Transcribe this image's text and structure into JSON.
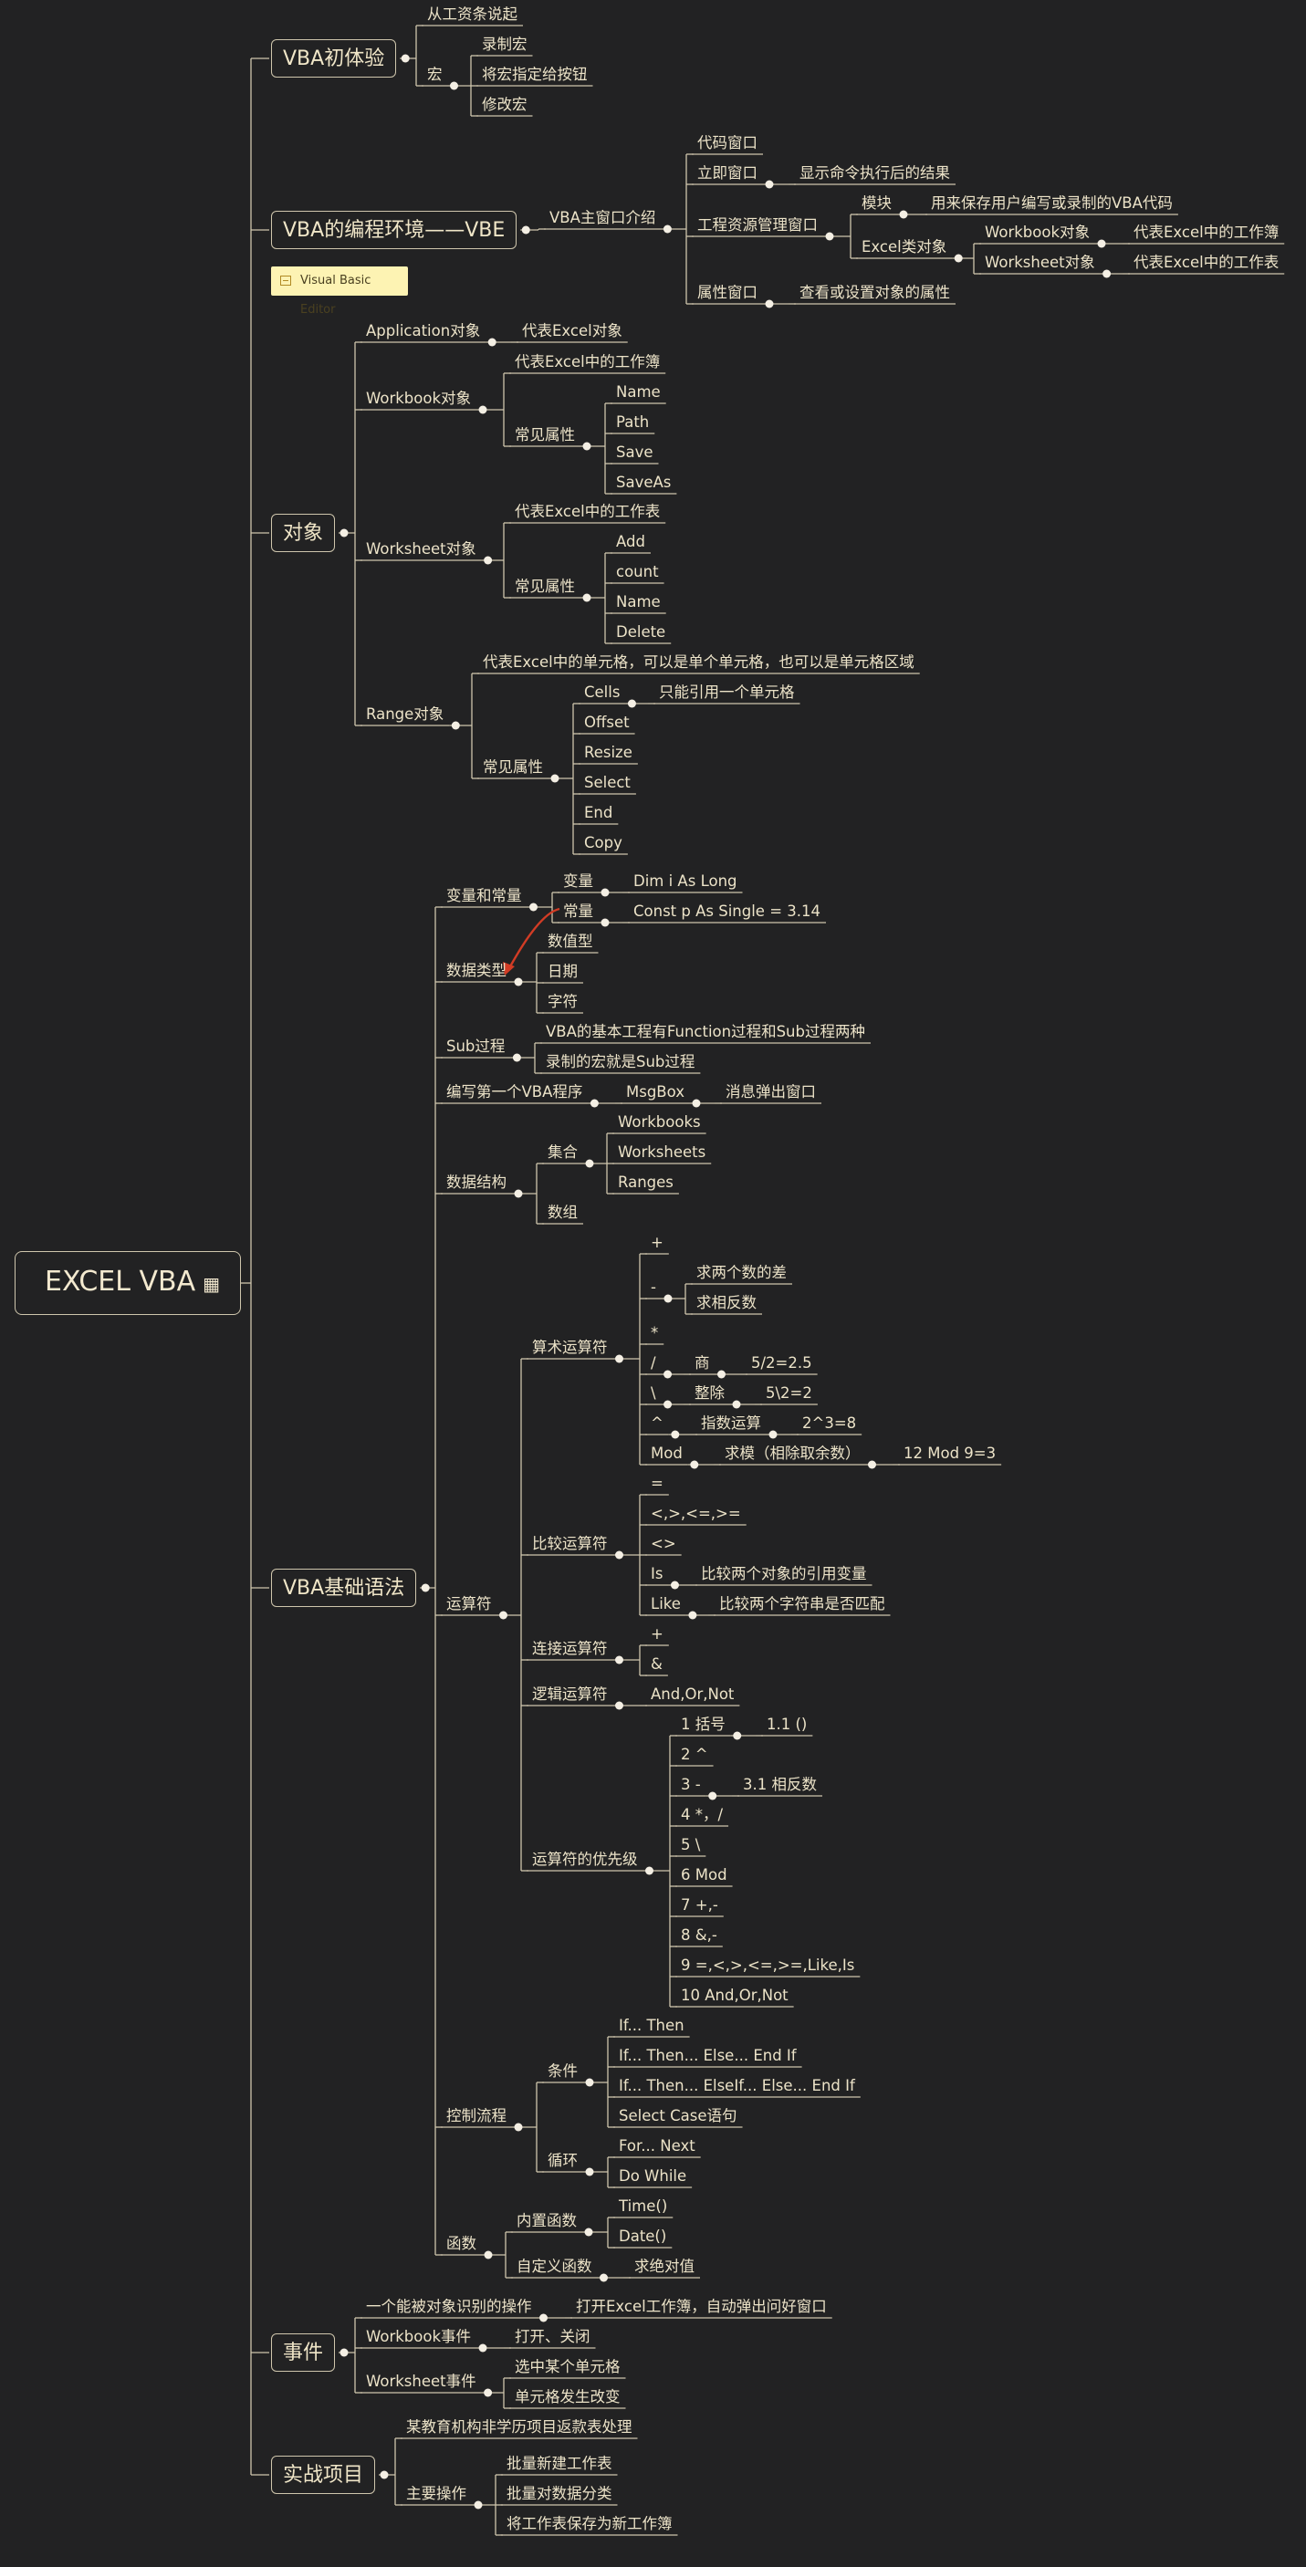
{
  "root": "EXCEL VBA",
  "root_icon": "note-icon",
  "nodes": [
    {
      "id": "c1",
      "t": "VBA初体验",
      "main": true
    },
    {
      "id": "c1a",
      "t": "从工资条说起"
    },
    {
      "id": "c1b",
      "t": "宏"
    },
    {
      "id": "c1b1",
      "t": "录制宏"
    },
    {
      "id": "c1b2",
      "t": "将宏指定给按钮"
    },
    {
      "id": "c1b3",
      "t": "修改宏"
    },
    {
      "id": "c2",
      "t": "VBA的编程环境——VBE",
      "main": true
    },
    {
      "id": "c2a",
      "t": "VBA主窗口介绍"
    },
    {
      "id": "c2a1",
      "t": "代码窗口"
    },
    {
      "id": "c2a2",
      "t": "立即窗口"
    },
    {
      "id": "c2a2a",
      "t": "显示命令执行后的结果"
    },
    {
      "id": "c2a3",
      "t": "工程资源管理窗口"
    },
    {
      "id": "c2a3a",
      "t": "模块"
    },
    {
      "id": "c2a3a1",
      "t": "用来保存用户编写或录制的VBA代码"
    },
    {
      "id": "c2a3b",
      "t": "Excel类对象"
    },
    {
      "id": "c2a3b1",
      "t": "Workbook对象"
    },
    {
      "id": "c2a3b1a",
      "t": "代表Excel中的工作簿"
    },
    {
      "id": "c2a3b2",
      "t": "Worksheet对象"
    },
    {
      "id": "c2a3b2a",
      "t": "代表Excel中的工作表"
    },
    {
      "id": "c2a4",
      "t": "属性窗口"
    },
    {
      "id": "c2a4a",
      "t": "查看或设置对象的属性"
    },
    {
      "id": "c3",
      "t": "对象",
      "main": true
    },
    {
      "id": "c3a",
      "t": "Application对象"
    },
    {
      "id": "c3a1",
      "t": "代表Excel对象"
    },
    {
      "id": "c3b",
      "t": "Workbook对象"
    },
    {
      "id": "c3b1",
      "t": "代表Excel中的工作簿"
    },
    {
      "id": "c3b2",
      "t": "常见属性"
    },
    {
      "id": "c3b2a",
      "t": "Name"
    },
    {
      "id": "c3b2b",
      "t": "Path"
    },
    {
      "id": "c3b2c",
      "t": "Save"
    },
    {
      "id": "c3b2d",
      "t": "SaveAs"
    },
    {
      "id": "c3c",
      "t": "Worksheet对象"
    },
    {
      "id": "c3c1",
      "t": "代表Excel中的工作表"
    },
    {
      "id": "c3c2",
      "t": "常见属性"
    },
    {
      "id": "c3c2a",
      "t": "Add"
    },
    {
      "id": "c3c2b",
      "t": "count"
    },
    {
      "id": "c3c2c",
      "t": "Name"
    },
    {
      "id": "c3c2d",
      "t": "Delete"
    },
    {
      "id": "c3d",
      "t": "Range对象"
    },
    {
      "id": "c3d1",
      "t": "代表Excel中的单元格，可以是单个单元格，也可以是单元格区域"
    },
    {
      "id": "c3d2",
      "t": "常见属性"
    },
    {
      "id": "c3d2a",
      "t": "Cells"
    },
    {
      "id": "c3d2a1",
      "t": "只能引用一个单元格"
    },
    {
      "id": "c3d2b",
      "t": "Offset"
    },
    {
      "id": "c3d2c",
      "t": "Resize"
    },
    {
      "id": "c3d2d",
      "t": "Select"
    },
    {
      "id": "c3d2e",
      "t": "End"
    },
    {
      "id": "c3d2f",
      "t": "Copy"
    },
    {
      "id": "c4",
      "t": "VBA基础语法",
      "main": true
    },
    {
      "id": "c4a",
      "t": "变量和常量"
    },
    {
      "id": "c4a1",
      "t": "变量"
    },
    {
      "id": "c4a1a",
      "t": "Dim i As Long"
    },
    {
      "id": "c4a2",
      "t": "常量"
    },
    {
      "id": "c4a2a",
      "t": "Const p As Single = 3.14"
    },
    {
      "id": "c4b",
      "t": "数据类型"
    },
    {
      "id": "c4b1",
      "t": "数值型"
    },
    {
      "id": "c4b2",
      "t": "日期"
    },
    {
      "id": "c4b3",
      "t": "字符"
    },
    {
      "id": "c4c",
      "t": "Sub过程"
    },
    {
      "id": "c4c1",
      "t": "VBA的基本工程有Function过程和Sub过程两种"
    },
    {
      "id": "c4c2",
      "t": "录制的宏就是Sub过程"
    },
    {
      "id": "c4d",
      "t": "编写第一个VBA程序"
    },
    {
      "id": "c4d1",
      "t": "MsgBox"
    },
    {
      "id": "c4d1a",
      "t": "消息弹出窗口"
    },
    {
      "id": "c4e",
      "t": "数据结构"
    },
    {
      "id": "c4e1",
      "t": "集合"
    },
    {
      "id": "c4e1a",
      "t": "Workbooks"
    },
    {
      "id": "c4e1b",
      "t": "Worksheets"
    },
    {
      "id": "c4e1c",
      "t": "Ranges"
    },
    {
      "id": "c4e2",
      "t": "数组"
    },
    {
      "id": "c4f",
      "t": "运算符"
    },
    {
      "id": "c4f1",
      "t": "算术运算符"
    },
    {
      "id": "c4f1a",
      "t": "+"
    },
    {
      "id": "c4f1b",
      "t": "-"
    },
    {
      "id": "c4f1b1",
      "t": "求两个数的差"
    },
    {
      "id": "c4f1b2",
      "t": "求相反数"
    },
    {
      "id": "c4f1c",
      "t": "*"
    },
    {
      "id": "c4f1d",
      "t": "/"
    },
    {
      "id": "c4f1d1",
      "t": "商"
    },
    {
      "id": "c4f1d1a",
      "t": "5/2=2.5"
    },
    {
      "id": "c4f1e",
      "t": "\\"
    },
    {
      "id": "c4f1e1",
      "t": "整除"
    },
    {
      "id": "c4f1e1a",
      "t": "5\\2=2"
    },
    {
      "id": "c4f1f",
      "t": "^"
    },
    {
      "id": "c4f1f1",
      "t": "指数运算"
    },
    {
      "id": "c4f1f1a",
      "t": "2^3=8"
    },
    {
      "id": "c4f1g",
      "t": "Mod"
    },
    {
      "id": "c4f1g1",
      "t": "求模（相除取余数）"
    },
    {
      "id": "c4f1g1a",
      "t": "12 Mod 9=3"
    },
    {
      "id": "c4f2",
      "t": "比较运算符"
    },
    {
      "id": "c4f2a",
      "t": "="
    },
    {
      "id": "c4f2b",
      "t": "<,>,<=,>="
    },
    {
      "id": "c4f2c",
      "t": "<>"
    },
    {
      "id": "c4f2d",
      "t": "Is"
    },
    {
      "id": "c4f2d1",
      "t": "比较两个对象的引用变量"
    },
    {
      "id": "c4f2e",
      "t": "Like"
    },
    {
      "id": "c4f2e1",
      "t": "比较两个字符串是否匹配"
    },
    {
      "id": "c4f3",
      "t": "连接运算符"
    },
    {
      "id": "c4f3a",
      "t": "+"
    },
    {
      "id": "c4f3b",
      "t": "&"
    },
    {
      "id": "c4f4",
      "t": "逻辑运算符"
    },
    {
      "id": "c4f4a",
      "t": "And,Or,Not"
    },
    {
      "id": "c4f5",
      "t": "运算符的优先级"
    },
    {
      "id": "c4f5a",
      "t": "1 括号"
    },
    {
      "id": "c4f5a1",
      "t": "1.1 ()"
    },
    {
      "id": "c4f5b",
      "t": "2 ^"
    },
    {
      "id": "c4f5c",
      "t": "3 -"
    },
    {
      "id": "c4f5c1",
      "t": "3.1 相反数"
    },
    {
      "id": "c4f5d",
      "t": "4 *，/"
    },
    {
      "id": "c4f5e",
      "t": "5 \\"
    },
    {
      "id": "c4f5f",
      "t": "6 Mod"
    },
    {
      "id": "c4f5g",
      "t": "7 +,-"
    },
    {
      "id": "c4f5h",
      "t": "8 &,-"
    },
    {
      "id": "c4f5i",
      "t": "9 =,<,>,<=,>=,Like,Is"
    },
    {
      "id": "c4f5j",
      "t": "10 And,Or,Not"
    },
    {
      "id": "c4g",
      "t": "控制流程"
    },
    {
      "id": "c4g1",
      "t": "条件"
    },
    {
      "id": "c4g1a",
      "t": "If... Then"
    },
    {
      "id": "c4g1b",
      "t": "If... Then... Else... End If"
    },
    {
      "id": "c4g1c",
      "t": "If... Then... ElseIf... Else... End If"
    },
    {
      "id": "c4g1d",
      "t": "Select Case语句"
    },
    {
      "id": "c4g2",
      "t": "循环"
    },
    {
      "id": "c4g2a",
      "t": "For... Next"
    },
    {
      "id": "c4g2b",
      "t": "Do While"
    },
    {
      "id": "c4h",
      "t": "函数"
    },
    {
      "id": "c4h1",
      "t": "内置函数"
    },
    {
      "id": "c4h1a",
      "t": "Time()"
    },
    {
      "id": "c4h1b",
      "t": "Date()"
    },
    {
      "id": "c4h2",
      "t": "自定义函数"
    },
    {
      "id": "c4h2a",
      "t": "求绝对值"
    },
    {
      "id": "c5",
      "t": "事件",
      "main": true
    },
    {
      "id": "c5a",
      "t": "一个能被对象识别的操作"
    },
    {
      "id": "c5a1",
      "t": "打开Excel工作簿，自动弹出问好窗口"
    },
    {
      "id": "c5b",
      "t": "Workbook事件"
    },
    {
      "id": "c5b1",
      "t": "打开、关闭"
    },
    {
      "id": "c5c",
      "t": "Worksheet事件"
    },
    {
      "id": "c5c1",
      "t": "选中某个单元格"
    },
    {
      "id": "c5c2",
      "t": "单元格发生改变"
    },
    {
      "id": "c6",
      "t": "实战项目",
      "main": true
    },
    {
      "id": "c6a",
      "t": "某教育机构非学历项目返款表处理"
    },
    {
      "id": "c6b",
      "t": "主要操作"
    },
    {
      "id": "c6b1",
      "t": "批量新建工作表"
    },
    {
      "id": "c6b2",
      "t": "批量对数据分类"
    },
    {
      "id": "c6b3",
      "t": "将工作表保存为新工作簿"
    }
  ],
  "label_note": "Visual Basic Editor",
  "colors": {
    "background": "#222223",
    "line": "#cfc6ad",
    "text": "#ece3c8",
    "note_bg": "#fdf3b3",
    "arrow": "#d23c25"
  }
}
